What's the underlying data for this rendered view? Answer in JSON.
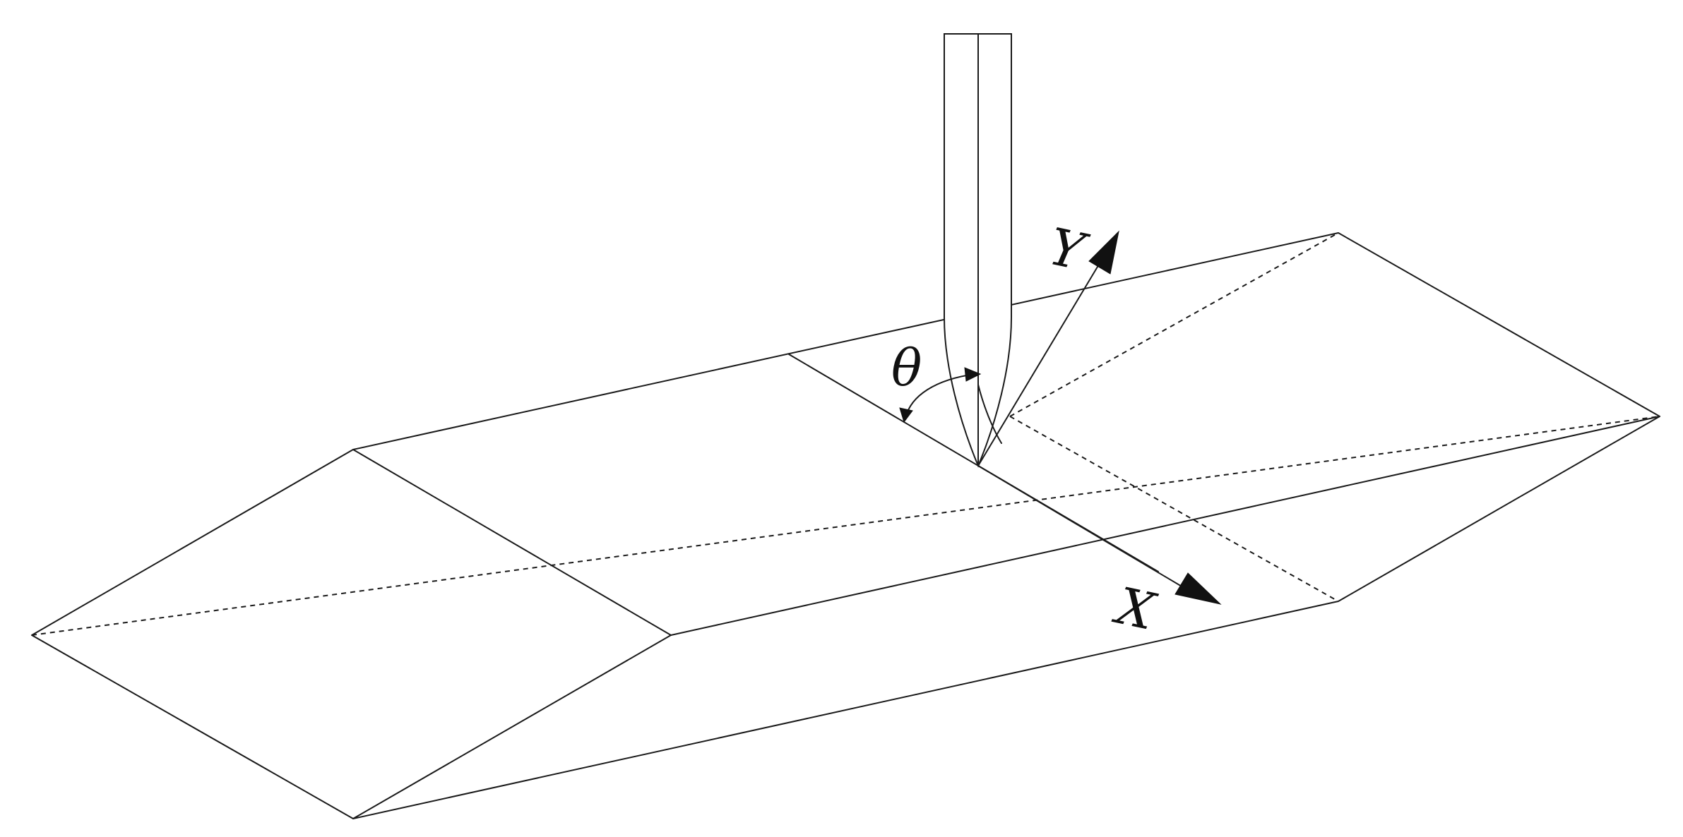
{
  "labels": {
    "x_axis": "X",
    "y_axis": "Y",
    "angle": "θ"
  }
}
